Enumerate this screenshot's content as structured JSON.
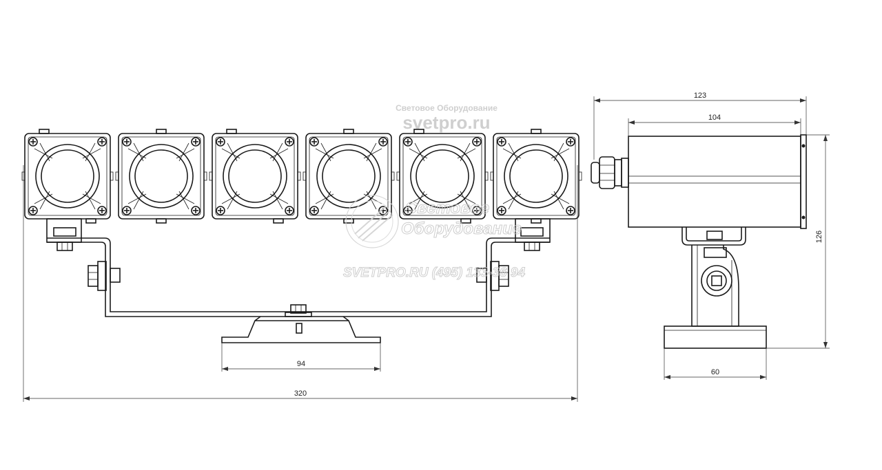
{
  "dimensions": {
    "overall_length": "320",
    "mount_base_width": "94",
    "side_overall_depth": "123",
    "side_body_depth": "104",
    "side_height": "126",
    "side_base_width": "60"
  },
  "watermark": {
    "top_small": "Световое Оборудование",
    "top_big": "svetpro.ru",
    "center_line1": "Световое",
    "center_line2": "Оборудование",
    "center_line3": "SVETPRO.RU   (495) 133-36 94"
  },
  "modules_count": 6
}
